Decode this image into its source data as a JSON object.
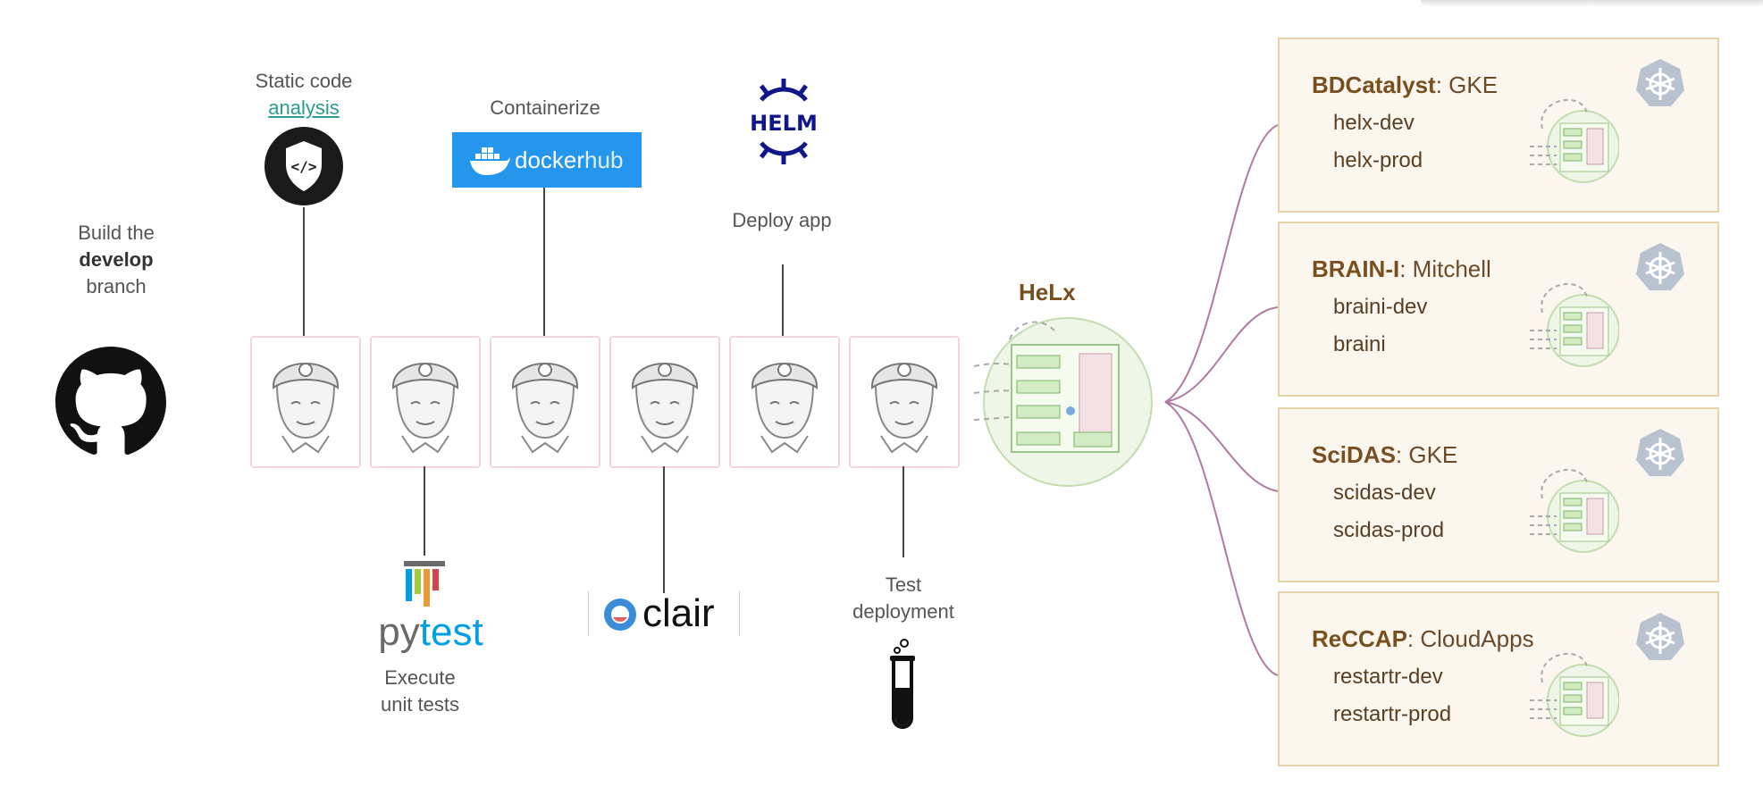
{
  "pipeline": {
    "build": {
      "line1": "Build the",
      "line2": "develop",
      "line3": "branch",
      "icon": "github-icon"
    },
    "static_analysis": {
      "line1": "Static code",
      "line2": "analysis",
      "icon": "shield-code-icon"
    },
    "containerize": {
      "label": "Containerize",
      "logo_text_a": "docker",
      "logo_text_b": "hub"
    },
    "deploy": {
      "label": "Deploy app",
      "logo_text": "HELM"
    },
    "unit_tests": {
      "logo_text_a": "py",
      "logo_text_b": "test",
      "line1": "Execute",
      "line2": "unit tests"
    },
    "clair": {
      "logo_text": "clair"
    },
    "test_deploy": {
      "line1": "Test",
      "line2": "deployment",
      "icon": "test-tube-icon"
    },
    "jenkins_count": 6
  },
  "hub": {
    "label": "HeLx"
  },
  "environments": [
    {
      "name": "BDCatalyst",
      "platform": ": GKE",
      "items": [
        "helx-dev",
        "helx-prod"
      ]
    },
    {
      "name": "BRAIN-I",
      "platform": ": Mitchell",
      "items": [
        "braini-dev",
        "braini"
      ]
    },
    {
      "name": "SciDAS",
      "platform": ": GKE",
      "items": [
        "scidas-dev",
        "scidas-prod"
      ]
    },
    {
      "name": "ReCCAP",
      "platform": ": CloudApps",
      "items": [
        "restartr-dev",
        "restartr-prod"
      ]
    }
  ],
  "colors": {
    "accent_brown": "#7a4f1f",
    "connector_pink": "#b07aa0",
    "docker_blue": "#2496ed",
    "helm_navy": "#0f1689",
    "hub_green": "#8fc07a"
  }
}
